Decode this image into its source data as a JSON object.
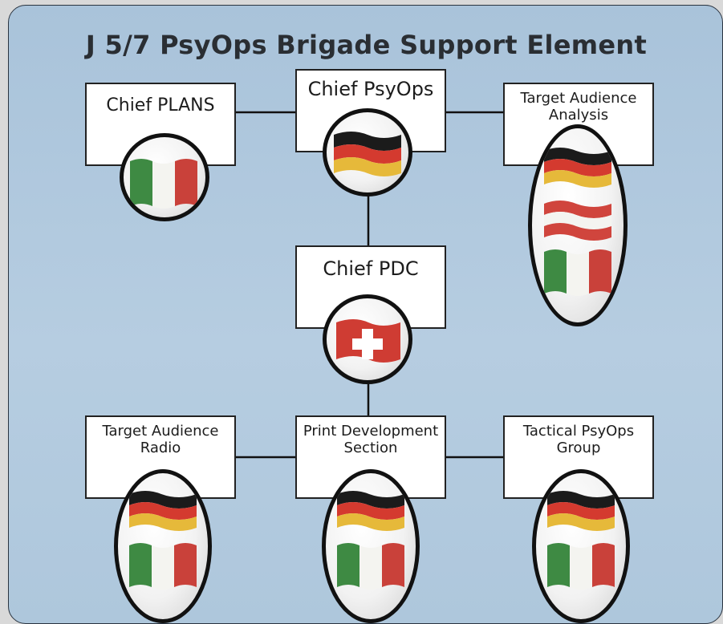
{
  "title": "J 5/7 PsyOps Brigade Support Element",
  "nodes": {
    "chief_plans": {
      "label": "Chief PLANS",
      "flags": [
        "Italy"
      ]
    },
    "chief_psyops": {
      "label": "Chief PsyOps",
      "flags": [
        "Germany"
      ]
    },
    "target_audience_analysis": {
      "label": "Target Audience Analysis",
      "flags": [
        "Germany",
        "Austria",
        "Italy"
      ]
    },
    "chief_pdc": {
      "label": "Chief PDC",
      "flags": [
        "Switzerland"
      ]
    },
    "target_audience_radio": {
      "label": "Target Audience Radio",
      "flags": [
        "Germany",
        "Italy"
      ]
    },
    "print_development_section": {
      "label": "Print Development Section",
      "flags": [
        "Germany",
        "Italy"
      ]
    },
    "tactical_psyops_group": {
      "label": "Tactical PsyOps Group",
      "flags": [
        "Germany",
        "Italy"
      ]
    }
  },
  "connections": [
    [
      "chief_plans",
      "chief_psyops"
    ],
    [
      "chief_psyops",
      "target_audience_analysis"
    ],
    [
      "chief_psyops",
      "chief_pdc"
    ],
    [
      "chief_pdc",
      "print_development_section"
    ],
    [
      "target_audience_radio",
      "print_development_section"
    ],
    [
      "print_development_section",
      "tactical_psyops_group"
    ]
  ]
}
